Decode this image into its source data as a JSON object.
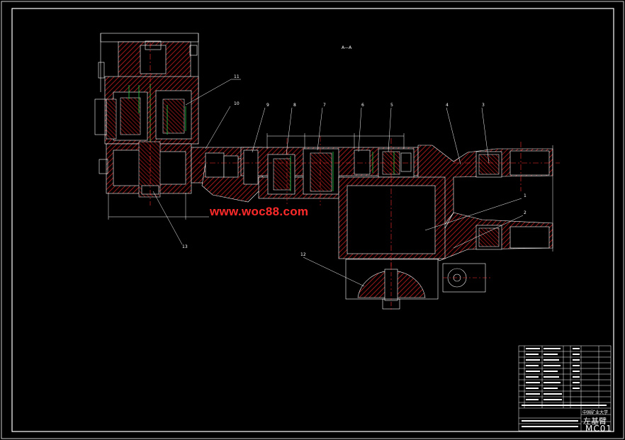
{
  "drawing": {
    "watermark": "www.woc88.com",
    "view_label": "A—A",
    "title": "左基臂",
    "drawing_code": "MC01",
    "school": "中国矿业大学"
  },
  "callouts": [
    "11",
    "10",
    "9",
    "8",
    "7",
    "6",
    "5",
    "4",
    "3",
    "1",
    "2",
    "12",
    "13"
  ],
  "colors": {
    "background": "#000000",
    "frame": "#ffffff",
    "hatch": "#cc2222",
    "centerline": "#ff3030",
    "accent_green": "#22cc44",
    "watermark": "#ff2a2a"
  }
}
